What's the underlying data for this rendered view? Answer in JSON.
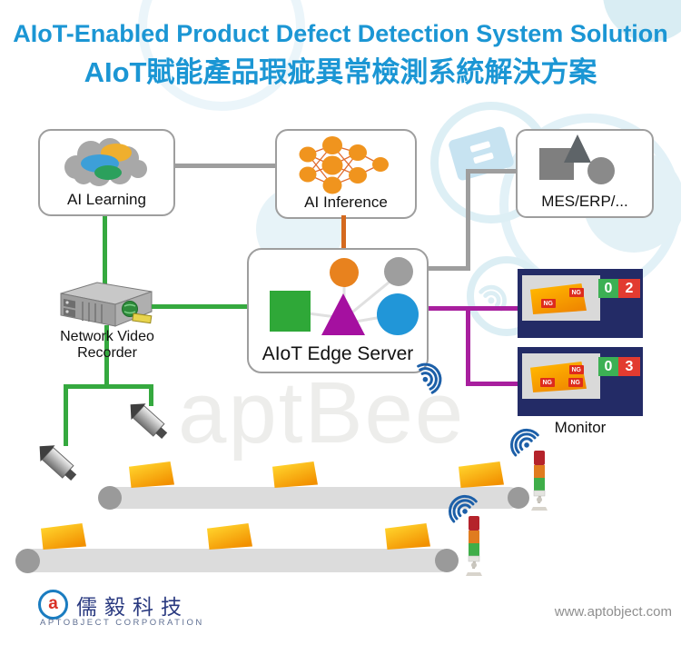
{
  "title": {
    "en": "AIoT-Enabled Product Defect Detection System Solution",
    "zh": "AIoT賦能產品瑕疵異常檢測系統解決方案"
  },
  "boxes": {
    "ai_learning": {
      "label": "AI Learning"
    },
    "ai_inference": {
      "label": "AI Inference"
    },
    "mes_erp": {
      "label": "MES/ERP/..."
    },
    "edge_server": {
      "label": "AIoT Edge Server"
    }
  },
  "nvr": {
    "label": "Network Video Recorder"
  },
  "monitors": {
    "label": "Monitor",
    "screens": [
      {
        "ok": "0",
        "ng": "2",
        "tags": [
          "NG",
          "NG"
        ]
      },
      {
        "ok": "0",
        "ng": "3",
        "tags": [
          "NG",
          "NG",
          "NG"
        ]
      }
    ]
  },
  "icons": {
    "ai_learning": "cloud-dataset-icon",
    "ai_inference": "neural-network-icon",
    "mes_erp": "shapes-icon",
    "edge_server": "square-triangle-circles-icon",
    "nvr": "network-video-recorder-icon",
    "camera": "inspection-camera-icon",
    "tower": "signal-tower-light-icon",
    "wifi": "wireless-signal-icon"
  },
  "watermark": "aptBee",
  "footer": {
    "logo_letter": "a",
    "company_zh": "儒毅科技",
    "company_en": "APTOBJECT CORPORATION",
    "website": "www.aptobject.com"
  },
  "colors": {
    "title-blue": "#1B96D4",
    "green": "#35A93F",
    "line-gray": "#9E9E9E",
    "orange-line": "#D4691E",
    "purple": "#A81F9E",
    "navy": "#232B66",
    "ok-green": "#3CB054",
    "ng-red": "#E23B30",
    "belt": "#DCDCDC",
    "roller": "#9A9A9A",
    "edge-green": "#2FA838",
    "edge-magenta": "#A510A0",
    "edge-orange": "#E8821E",
    "edge-blue": "#2196D8",
    "edge-gray": "#9E9E9E",
    "wifi-blue": "#1C5FA8",
    "watermark-gray": "#EDEDEB",
    "logo-navy": "#2A3A80",
    "logo-red": "#D93025",
    "logo-blue": "#1A7CC0",
    "site-gray": "#8F8F8F"
  }
}
